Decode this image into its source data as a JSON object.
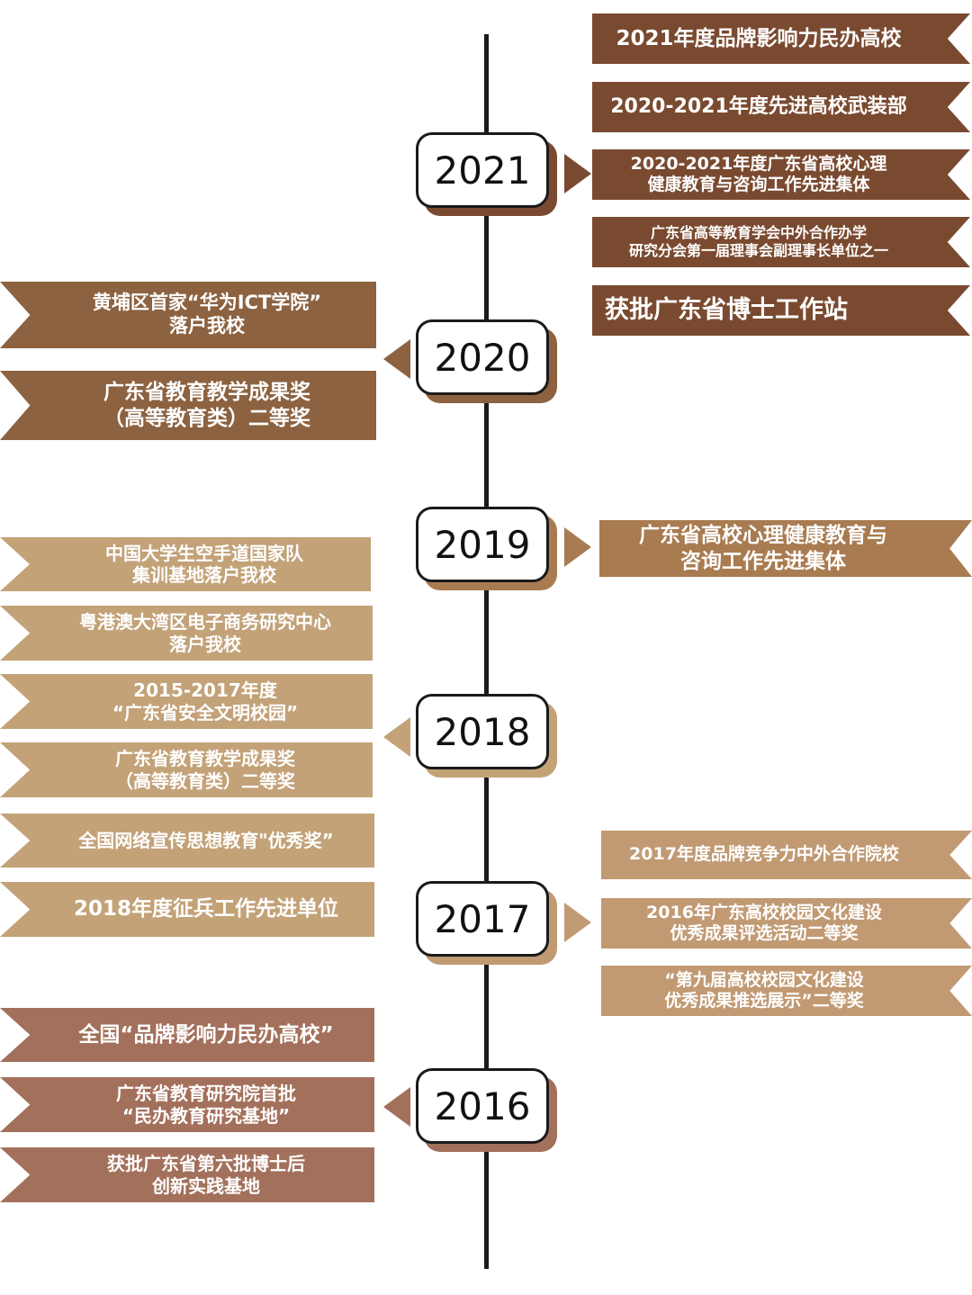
{
  "years": [
    "2021",
    "2020",
    "2019",
    "2018",
    "2017",
    "2016"
  ],
  "items_2021": [
    "2021年度品牌影响力民办高校",
    "2020-2021年度先进高校武装部",
    "2020-2021年度广东省高校心理\n健康教育与咨询工作先进集体",
    "广东省高等教育学会中外合作办学\n研究分会第一届理事会副理事长单位之一",
    "获批广东省博士工作站"
  ],
  "items_2020": [
    "黄埔区首家“华为ICT学院”\n落户我校",
    "广东省教育教学成果奖\n（高等教育类）二等奖"
  ],
  "items_2019": [
    "广东省高校心理健康教育与\n咨询工作先进集体"
  ],
  "items_2018": [
    "中国大学生空手道国家队\n集训基地落户我校",
    "粤港澳大湾区电子商务研究中心\n落户我校",
    "2015-2017年度\n“广东省安全文明校园”",
    "广东省教育教学成果奖\n（高等教育类）二等奖",
    "全国网络宣传思想教育\"优秀奖”",
    "2018年度征兵工作先进单位"
  ],
  "items_2017": [
    "2017年度品牌竞争力中外合作院校",
    "2016年广东高校校园文化建设\n优秀成果评选活动二等奖",
    "“第九届高校校园文化建设\n优秀成果推选展示”二等奖"
  ],
  "items_2016": [
    "全国“品牌影响力民办高校”",
    "广东省教育研究院首批\n“民办教育研究基地”",
    "获批广东省第六批博士后\n创新实践基地"
  ],
  "colors": {
    "axis": "#1a1a1a",
    "year_2021": "#7a4a30",
    "year_2020": "#8c6240",
    "year_2019": "#a87b50",
    "year_2018": "#c3a278",
    "year_2017": "#c19a73",
    "year_2016": "#a3705b"
  }
}
